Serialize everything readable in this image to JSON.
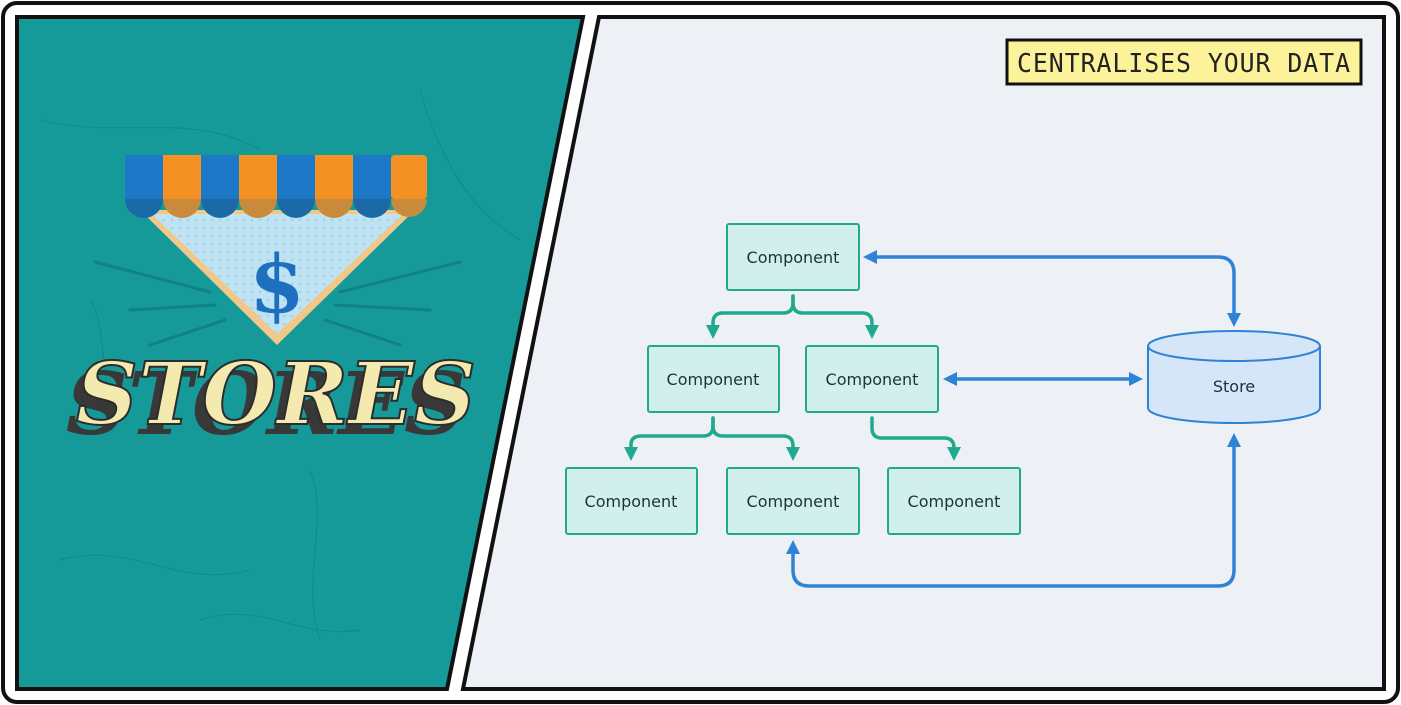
{
  "left_panel": {
    "title": "STORES",
    "symbol": "$",
    "colors": {
      "background": "#169a99",
      "awning_blue": "#1d79c7",
      "awning_orange": "#f39124",
      "title_fill": "#f4eab0",
      "title_shadow": "#383838",
      "sign_fill": "#bfe3f2"
    }
  },
  "right_panel": {
    "banner": "CENTRALISES YOUR DATA",
    "colors": {
      "background": "#edf1f6",
      "banner_fill": "#fbf29a",
      "component_fill": "#d1efec",
      "component_stroke": "#21a98e",
      "tree_arrow": "#21a98e",
      "store_fill": "#d4e6f7",
      "store_stroke": "#2f83d5",
      "store_arrow": "#2f83d5"
    }
  },
  "diagram": {
    "nodes": {
      "root": "Component",
      "mid_left": "Component",
      "mid_right": "Component",
      "leaf_1": "Component",
      "leaf_2": "Component",
      "leaf_3": "Component",
      "store": "Store"
    },
    "edges": [
      {
        "from": "root",
        "to": "mid_left",
        "kind": "tree"
      },
      {
        "from": "root",
        "to": "mid_right",
        "kind": "tree"
      },
      {
        "from": "mid_left",
        "to": "leaf_1",
        "kind": "tree"
      },
      {
        "from": "mid_left",
        "to": "leaf_2",
        "kind": "tree"
      },
      {
        "from": "mid_right",
        "to": "leaf_3",
        "kind": "tree"
      },
      {
        "from": "store",
        "to": "root",
        "kind": "bidirectional"
      },
      {
        "from": "store",
        "to": "mid_right",
        "kind": "bidirectional"
      },
      {
        "from": "store",
        "to": "leaf_2",
        "kind": "bidirectional"
      }
    ]
  }
}
